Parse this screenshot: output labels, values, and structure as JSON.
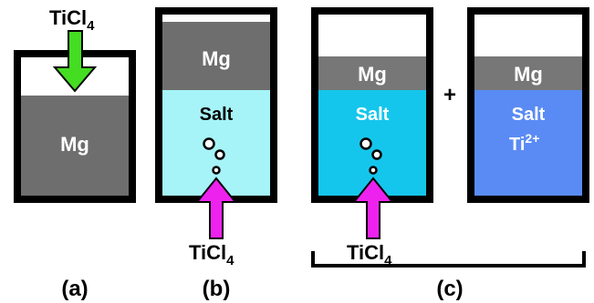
{
  "colors": {
    "mg": "#6e6e6e",
    "mg_top": "#777777",
    "salt_b": "#a6f3f8",
    "salt_c1": "#15c6ec",
    "salt_c2": "#5a8bf4",
    "arrow_green": "#44dd22",
    "arrow_magenta": "#ee22ee",
    "outline": "#000000",
    "white_text": "#ffffff",
    "black_text": "#000000"
  },
  "panels": {
    "a": {
      "caption": "(a)",
      "feed": {
        "main": "TiCl",
        "sub": "4"
      },
      "mg_label": "Mg"
    },
    "b": {
      "caption": "(b)",
      "mg_label": "Mg",
      "salt_label": "Salt",
      "feed": {
        "main": "TiCl",
        "sub": "4"
      }
    },
    "c": {
      "caption": "(c)",
      "plus": "+",
      "left": {
        "mg_label": "Mg",
        "salt_label": "Salt",
        "feed": {
          "main": "TiCl",
          "sub": "4"
        }
      },
      "right": {
        "mg_label": "Mg",
        "salt_label": "Salt",
        "ion": {
          "main": "Ti",
          "sup": "2+"
        }
      }
    }
  }
}
